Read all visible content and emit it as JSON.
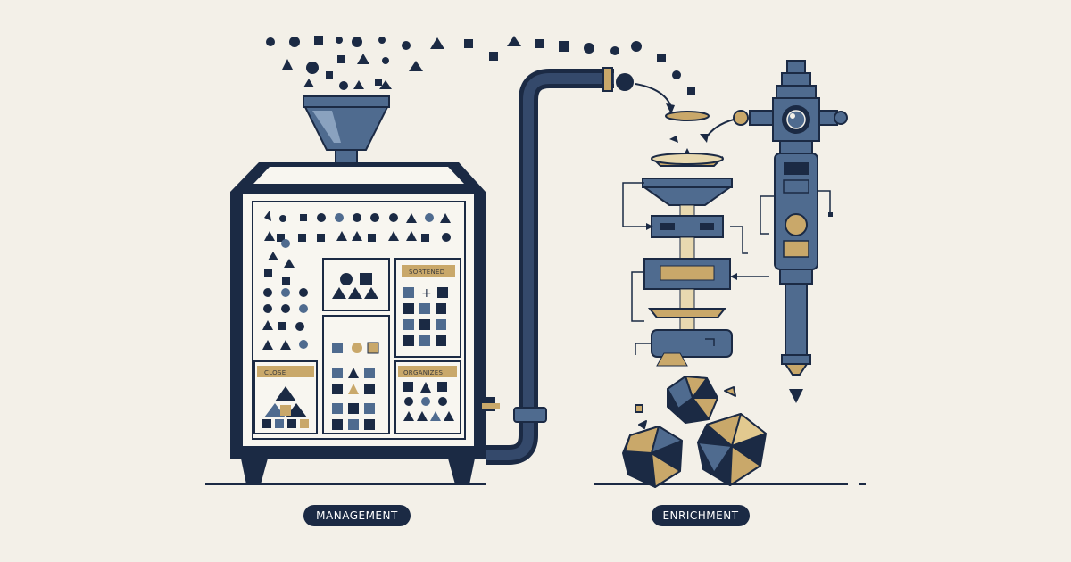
{
  "labels": {
    "management": "MANAGEMENT",
    "enrichment": "ENRICHMENT"
  },
  "panels": {
    "sortened": "SORTENED",
    "close": "CLOSE",
    "organizes": "ORGANIZES"
  },
  "colors": {
    "background": "#f3f0e8",
    "navy": "#1b2a44",
    "slate": "#4f6b8f",
    "gold": "#c9a86a",
    "light_panel": "#f8f6f0"
  },
  "icons": [
    "funnel-icon",
    "pipe-icon",
    "camera-icon",
    "crystal-icon"
  ]
}
